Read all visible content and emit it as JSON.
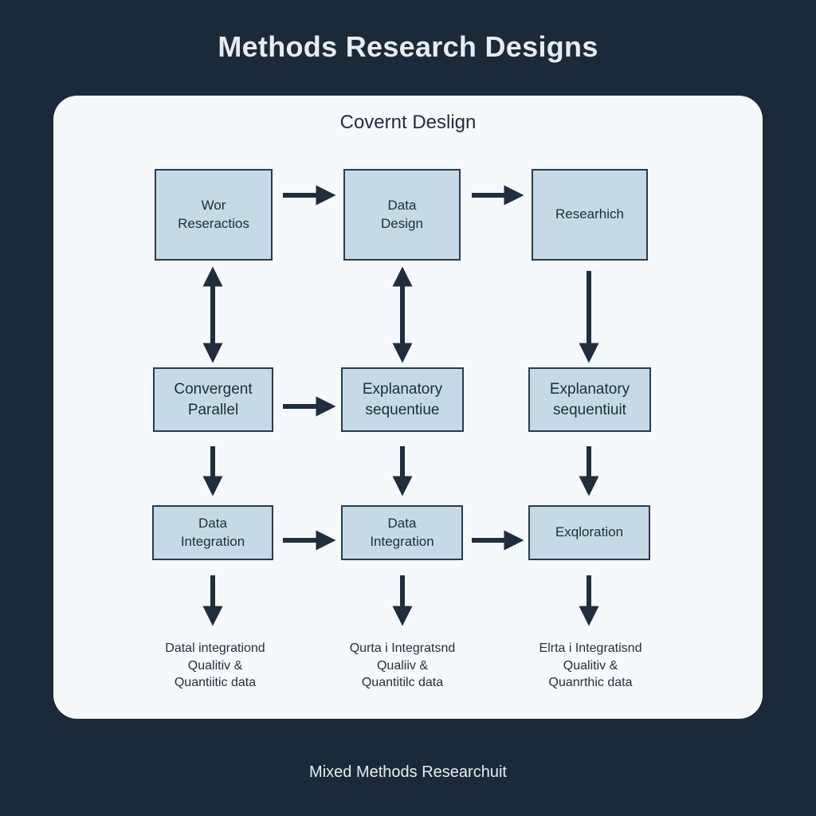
{
  "title": "Methods Research Designs",
  "panel_title": "Covernt Deslign",
  "rows": [
    [
      {
        "lines": [
          "Wor",
          "Reseractios"
        ]
      },
      {
        "lines": [
          "Data",
          "Design"
        ]
      },
      {
        "lines": [
          "Researhich"
        ]
      }
    ],
    [
      {
        "lines": [
          "Convergent",
          "Parallel"
        ]
      },
      {
        "lines": [
          "Explanatory",
          "sequentiue"
        ]
      },
      {
        "lines": [
          "Explanatory",
          "sequentiuit"
        ]
      }
    ],
    [
      {
        "lines": [
          "Data",
          "Integration"
        ]
      },
      {
        "lines": [
          "Data",
          "Integration"
        ]
      },
      {
        "lines": [
          "Exqloration"
        ]
      }
    ]
  ],
  "footnotes": [
    {
      "lines": [
        "Datal integrationd",
        "Qualitiv &",
        "Quantiitic data"
      ]
    },
    {
      "lines": [
        "Qurta i Integratsnd",
        "Qualiiv &",
        "Quantitilc data"
      ]
    },
    {
      "lines": [
        "Elrta i Integratisnd",
        "Qualitiv &",
        "Quanrthic data"
      ]
    }
  ],
  "bottom_caption": "Mixed Methods Researchuit"
}
